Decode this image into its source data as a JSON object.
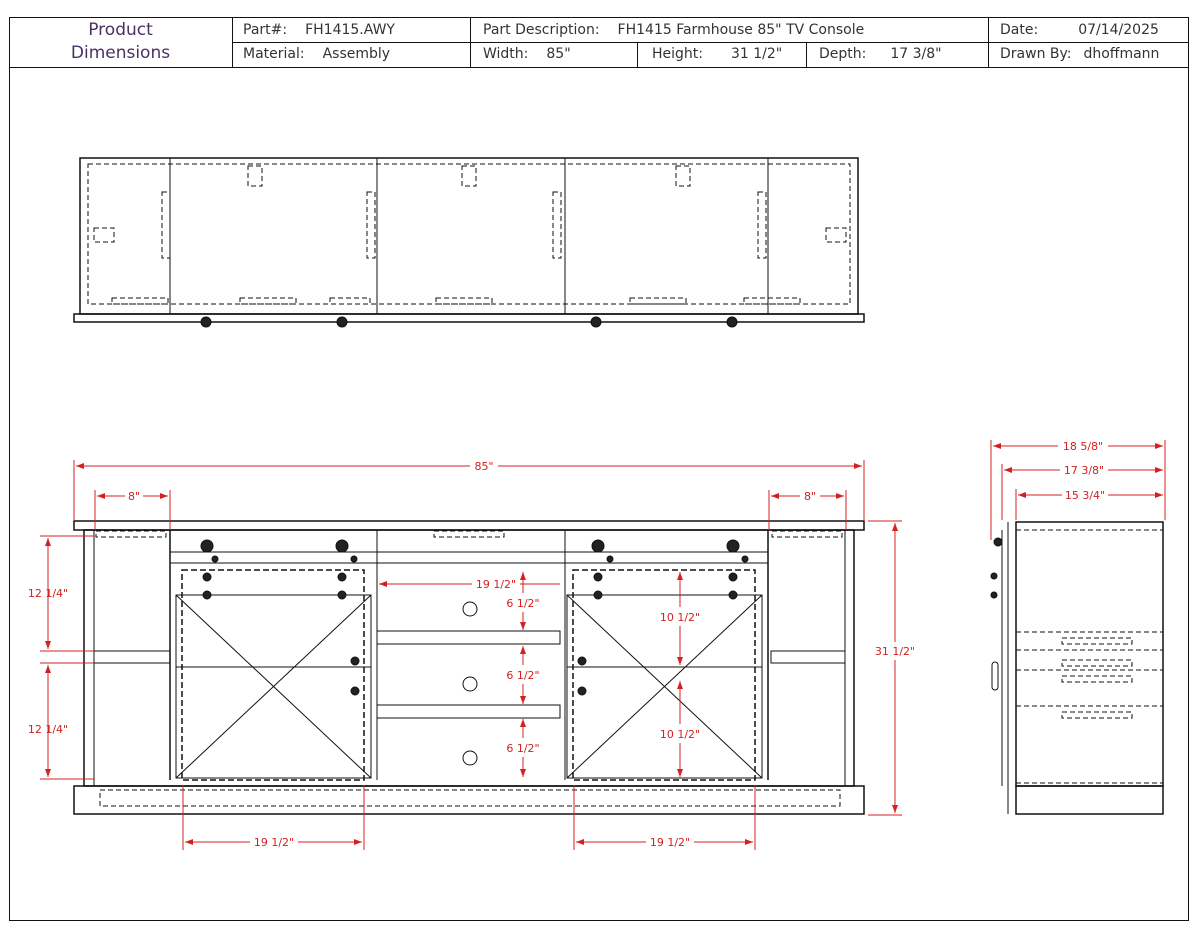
{
  "title_block": {
    "title_line1": "Product",
    "title_line2": "Dimensions",
    "part_label": "Part#:",
    "part_value": "FH1415.AWY",
    "description_label": "Part Description:",
    "description_value": "FH1415 Farmhouse 85\" TV Console",
    "date_label": "Date:",
    "date_value": "07/14/2025",
    "material_label": "Material:",
    "material_value": "Assembly",
    "width_label": "Width:",
    "width_value": "85\"",
    "height_label": "Height:",
    "height_value": "31 1/2\"",
    "depth_label": "Depth:",
    "depth_value": "17 3/8\"",
    "drawn_by_label": "Drawn By:",
    "drawn_by_value": "dhoffmann"
  },
  "front_view": {
    "overall_width": "85\"",
    "left_end_width": "8\"",
    "right_end_width": "8\"",
    "left_upper_height": "12 1/4\"",
    "left_lower_height": "12 1/4\"",
    "overall_height": "31 1/2\"",
    "center_opening_width": "19 1/2\"",
    "center_shelf_1": "6 1/2\"",
    "center_shelf_2": "6 1/2\"",
    "center_shelf_3": "6 1/2\"",
    "right_door_upper": "10 1/2\"",
    "right_door_lower": "10 1/2\"",
    "left_door_width": "19 1/2\"",
    "right_door_width": "19 1/2\""
  },
  "side_view": {
    "depth_overall": "18 5/8\"",
    "depth_body": "17 3/8\"",
    "depth_inner": "15 3/4\""
  },
  "colors": {
    "dimension": "#d42020",
    "line": "#111111",
    "title": "#4b3160"
  }
}
